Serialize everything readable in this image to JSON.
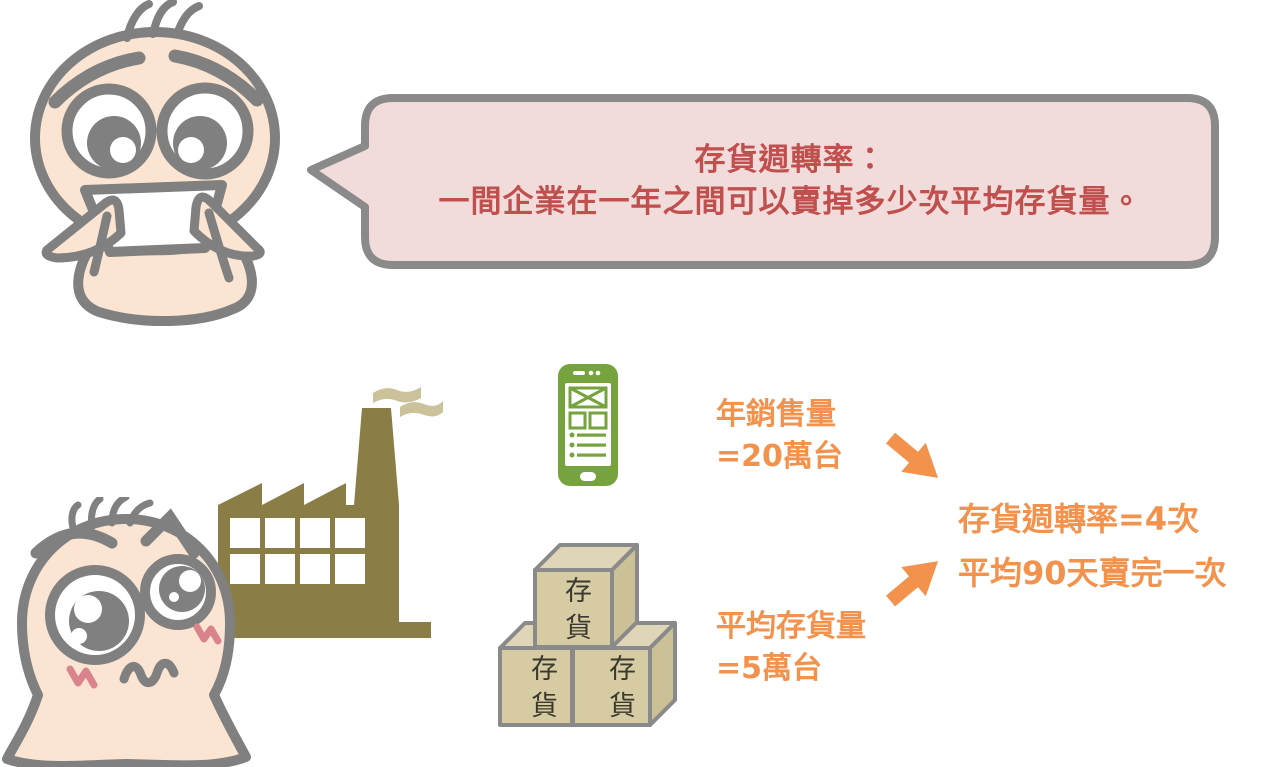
{
  "page": {
    "title": "存貨週轉率說明圖",
    "background": "#FFFFFF"
  },
  "speech_bubble": {
    "line1": "存貨週轉率：",
    "line2": "一間企業在一年之間可以賣掉多少次平均存貨量。",
    "fill_color": "#F2DCDB",
    "border_color": "#8A8A8A",
    "text_color": "#C0504D"
  },
  "flow": {
    "sales": {
      "line1": "年銷售量",
      "line2": "=20萬台"
    },
    "inventory": {
      "line1": "平均存貨量",
      "line2": "=5萬台"
    },
    "result": {
      "line1": "存貨週轉率=4次",
      "line2": "平均90天賣完一次"
    },
    "accent_color": "#F2924C"
  },
  "inventory_boxes": {
    "label": "存貨",
    "count": 3,
    "face_color": "#D6CBA3"
  },
  "icons": {
    "excited_character": "excited-character-icon",
    "confused_character": "confused-character-icon",
    "factory": "factory-icon",
    "smartphone": "smartphone-icon",
    "arrow_down_right": "arrow-down-right-icon",
    "arrow_up_right": "arrow-up-right-icon"
  },
  "colors": {
    "outline_gray": "#808080",
    "skin": "#FBE5D2",
    "blush_pink": "#D9848C",
    "factory_olive": "#8A7D46",
    "smoke_khaki": "#CBC19B",
    "phone_green": "#76A33E",
    "box_top": "#DFD6B8",
    "box_side": "#CBC096",
    "box_stroke": "#8A8A8A"
  }
}
